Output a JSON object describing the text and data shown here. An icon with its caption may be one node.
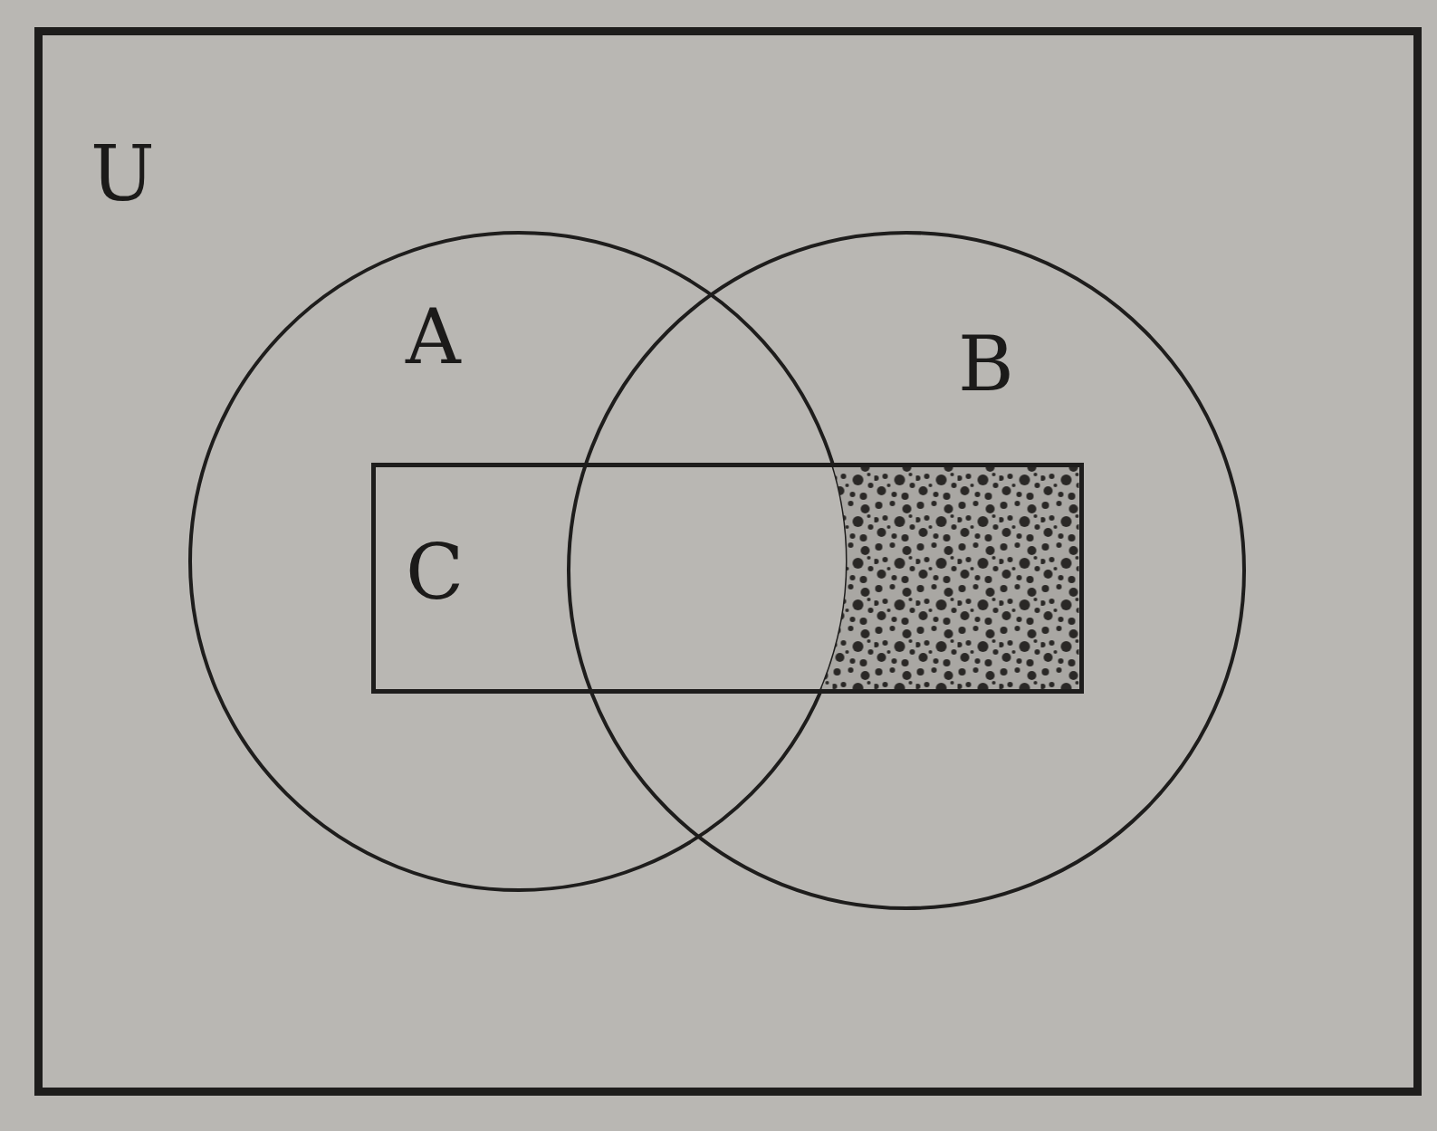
{
  "diagram": {
    "nodes": [
      {
        "text": [
          "U"
        ]
      },
      {
        "text": [
          "A"
        ],
        "in": 0
      },
      {
        "text": [
          "B"
        ],
        "in": 0
      },
      {
        "text": [
          "C"
        ],
        "in": 0
      },
      {
        "text": [],
        "shape": "box"
      }
    ]
  }
}
